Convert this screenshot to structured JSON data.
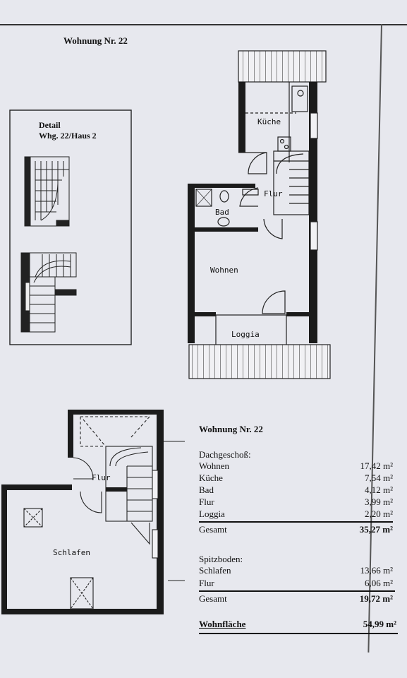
{
  "header": {
    "title": "Wohnung Nr. 22"
  },
  "detail": {
    "line1": "Detail",
    "line2": "Whg. 22/Haus 2"
  },
  "rooms_upper": {
    "kueche": "Küche",
    "flur": "Flur",
    "bad": "Bad",
    "wohnen": "Wohnen",
    "loggia": "Loggia"
  },
  "rooms_lower": {
    "flur": "Flur",
    "schlafen": "Schlafen"
  },
  "table": {
    "title": "Wohnung Nr. 22",
    "section1": "Dachgeschoß:",
    "rows1": [
      {
        "label": "Wohnen",
        "value": "17,42 m²"
      },
      {
        "label": "Küche",
        "value": "7,54 m²"
      },
      {
        "label": "Bad",
        "value": "4,12 m²"
      },
      {
        "label": "Flur",
        "value": "3,99 m²"
      },
      {
        "label": "Loggia",
        "value": "2,20 m²"
      }
    ],
    "total1": {
      "label": "Gesamt",
      "value": "35,27 m²"
    },
    "section2": "Spitzboden:",
    "rows2": [
      {
        "label": "Schlafen",
        "value": "13,66 m²"
      },
      {
        "label": "Flur",
        "value": "6,06 m²"
      }
    ],
    "total2": {
      "label": "Gesamt",
      "value": "19,72 m²"
    },
    "grand": {
      "label": "Wohnfläche",
      "value": "54,99 m²"
    }
  }
}
